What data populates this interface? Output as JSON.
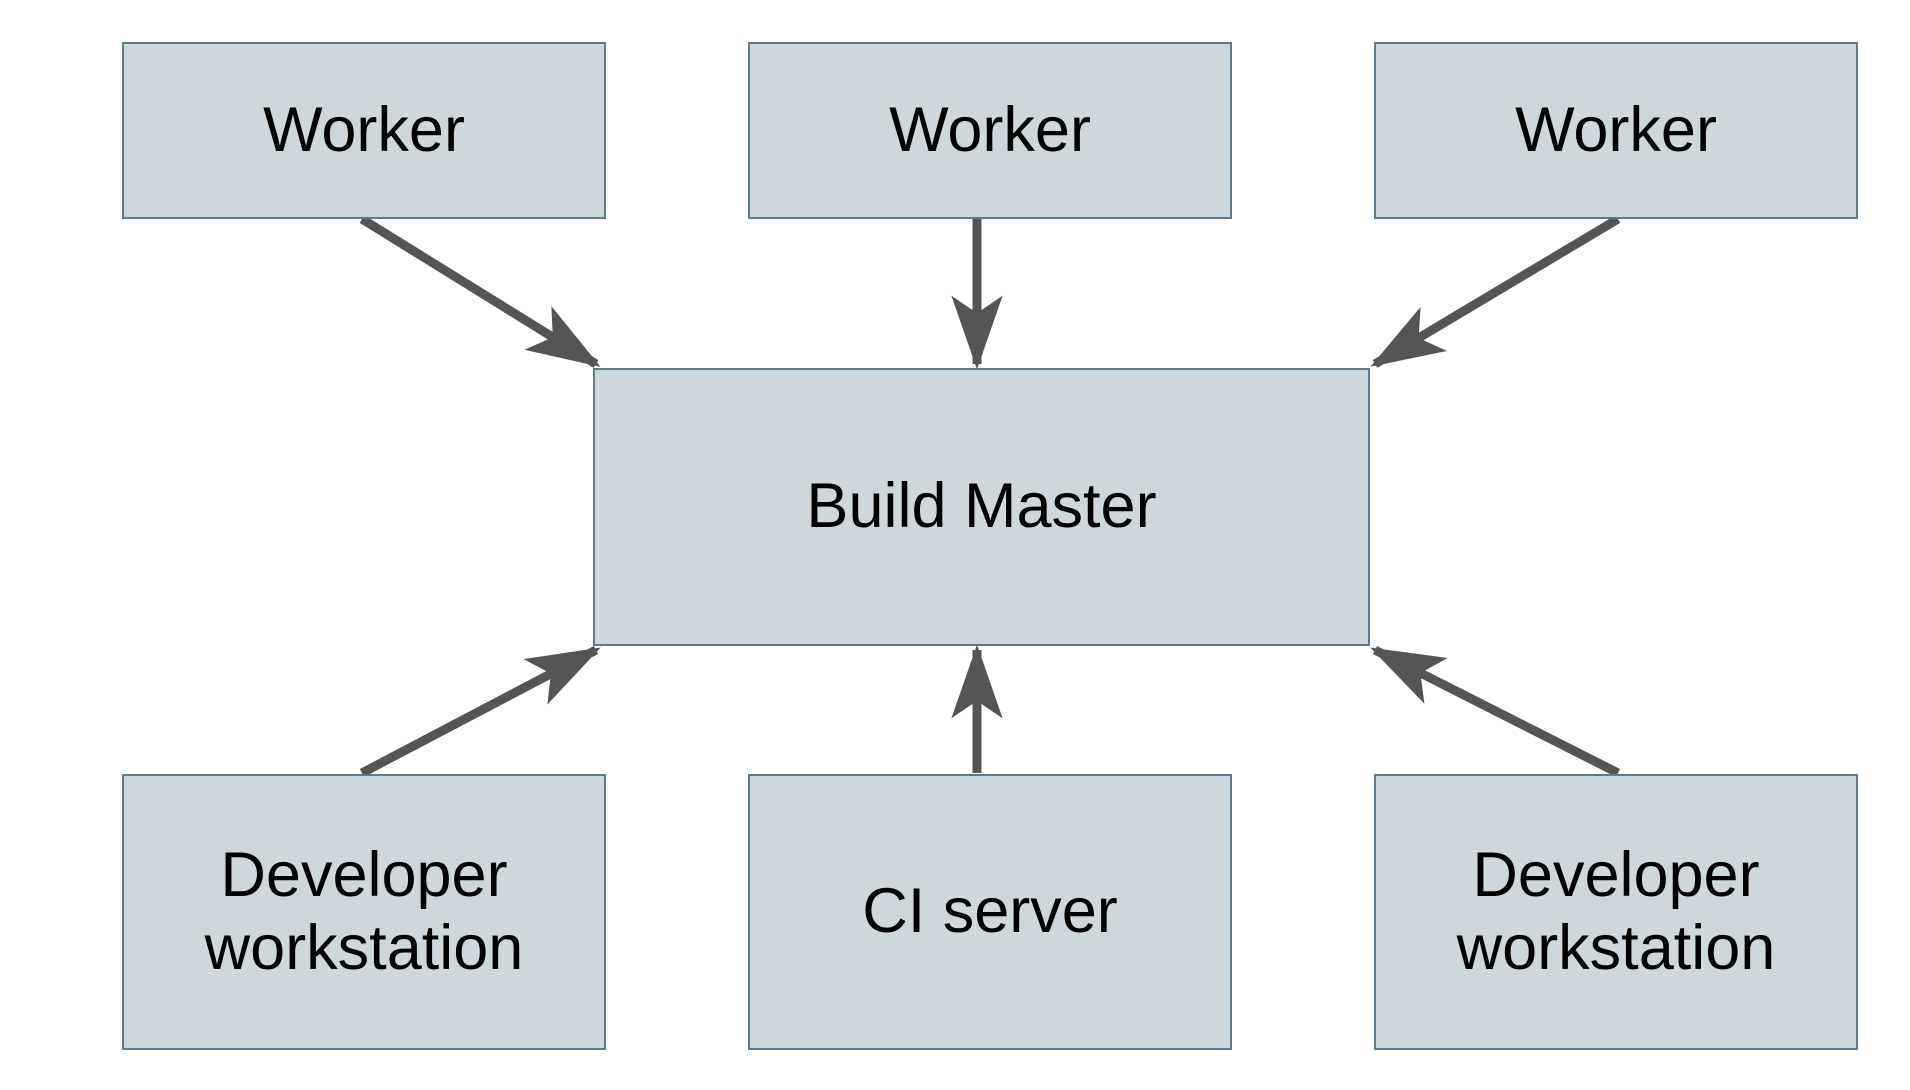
{
  "diagram": {
    "type": "architecture-block-diagram",
    "background_color": "#ffffff",
    "node_fill_color": "#ced8dc",
    "node_border_color": "#5f7b8a",
    "edge_color": "#555555",
    "text_color": "#000000",
    "nodes": [
      {
        "id": "worker-1",
        "label": "Worker",
        "role": "build-worker"
      },
      {
        "id": "worker-2",
        "label": "Worker",
        "role": "build-worker"
      },
      {
        "id": "worker-3",
        "label": "Worker",
        "role": "build-worker"
      },
      {
        "id": "build-master",
        "label": "Build Master",
        "role": "coordinator"
      },
      {
        "id": "dev-left",
        "label": "Developer\nworkstation",
        "role": "client"
      },
      {
        "id": "ci-server",
        "label": "CI server",
        "role": "client"
      },
      {
        "id": "dev-right",
        "label": "Developer\nworkstation",
        "role": "client"
      }
    ],
    "edges": [
      {
        "id": "edge-worker-1-to-build-master",
        "from": "worker-1",
        "to": "build-master",
        "direction": "to-build-master"
      },
      {
        "id": "edge-worker-2-to-build-master",
        "from": "worker-2",
        "to": "build-master",
        "direction": "to-build-master"
      },
      {
        "id": "edge-worker-3-to-build-master",
        "from": "worker-3",
        "to": "build-master",
        "direction": "to-build-master"
      },
      {
        "id": "edge-dev-left-to-build-master",
        "from": "dev-left",
        "to": "build-master",
        "direction": "to-build-master"
      },
      {
        "id": "edge-ci-server-to-build-master",
        "from": "ci-server",
        "to": "build-master",
        "direction": "to-build-master"
      },
      {
        "id": "edge-dev-right-to-build-master",
        "from": "dev-right",
        "to": "build-master",
        "direction": "to-build-master"
      }
    ]
  }
}
